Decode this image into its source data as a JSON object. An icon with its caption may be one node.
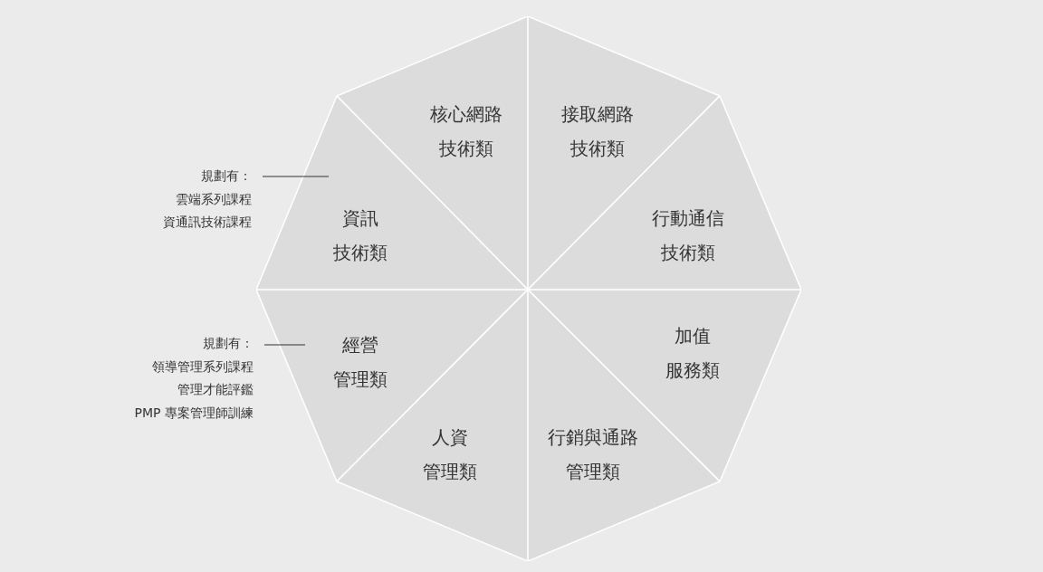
{
  "diagram": {
    "nodes": [
      {
        "text": [
          "核心網路技術類"
        ]
      },
      {
        "text": [
          "接取網路技術類"
        ]
      },
      {
        "text": [
          "資訊技術類"
        ]
      },
      {
        "text": [
          "行動通信技術類"
        ]
      },
      {
        "text": [
          "經營管理類"
        ]
      },
      {
        "text": [
          "加值服務類"
        ]
      },
      {
        "text": [
          "人資管理類"
        ]
      },
      {
        "text": [
          "行銷與通路管理類"
        ]
      },
      {
        "text": [
          "規劃有：",
          "雲端系列課程",
          "資通訊技術課程"
        ]
      },
      {
        "text": [
          "規劃有：",
          "領導管理系列課程",
          "管理才能評鑑",
          "PMP 專案管理師訓練"
        ]
      }
    ],
    "edges": [
      {
        "from": 8,
        "to": 2,
        "arrow": "none"
      },
      {
        "from": 9,
        "to": 4,
        "arrow": "none"
      }
    ]
  }
}
